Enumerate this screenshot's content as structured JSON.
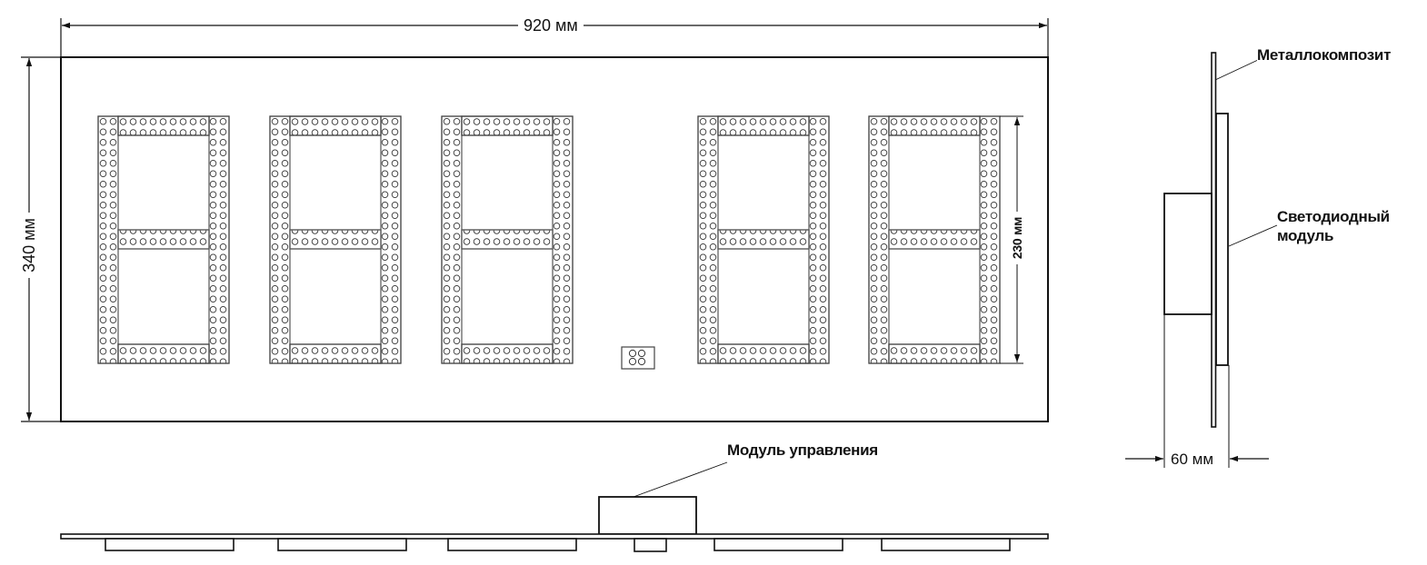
{
  "dimensions": {
    "width": "920 мм",
    "height": "340 мм",
    "digit_height": "230 мм",
    "depth": "60 мм"
  },
  "callouts": {
    "metal_composite": "Металлокомпозит",
    "led_module_line1": "Светодиодный",
    "led_module_line2": "модуль",
    "control_module": "Модуль управления"
  },
  "views": {
    "front": {
      "digit_count": 5,
      "digit_positions_x": [
        108,
        297,
        486,
        768,
        956
      ],
      "has_control_indicator": true
    },
    "side": {},
    "bottom": {}
  },
  "colors": {
    "line": "#111111",
    "segment_line": "#555555",
    "background": "#ffffff"
  }
}
